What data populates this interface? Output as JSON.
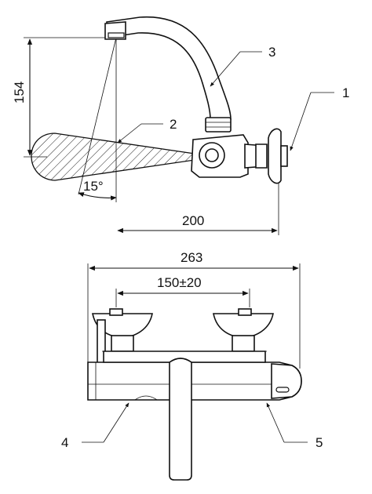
{
  "side_view": {
    "dim_height": "154",
    "dim_width": "200",
    "angle": "15°",
    "callout_1": "1",
    "callout_2": "2",
    "callout_3": "3"
  },
  "front_view": {
    "dim_overall": "263",
    "dim_spacing": "150±20",
    "callout_4": "4",
    "callout_5": "5"
  }
}
